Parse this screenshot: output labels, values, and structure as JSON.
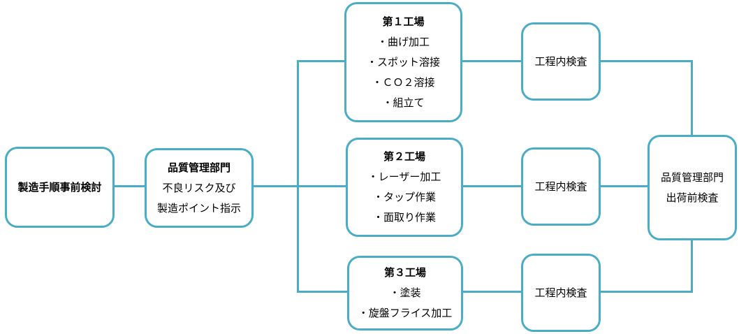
{
  "diagram": {
    "accent_color": "#4BACC6",
    "text_color": "#000000",
    "nodes": {
      "pre_review": {
        "title": "製造手順事前検討"
      },
      "qc_instruction": {
        "title": "品質管理部門",
        "lines": [
          "不良リスク及び",
          "製造ポイント指示"
        ]
      },
      "factory1": {
        "title": "第１工場",
        "items": [
          "・曲げ加工",
          "・スポット溶接",
          "・ＣＯ２溶接",
          "・組立て"
        ]
      },
      "factory2": {
        "title": "第２工場",
        "items": [
          "・レーザー加工",
          "・タップ作業",
          "・面取り作業"
        ]
      },
      "factory3": {
        "title": "第３工場",
        "items": [
          "・塗装",
          "・旋盤フライス加工"
        ]
      },
      "inspection1": {
        "title": "工程内検査"
      },
      "inspection2": {
        "title": "工程内検査"
      },
      "inspection3": {
        "title": "工程内検査"
      },
      "shipping_inspection": {
        "lines": [
          "品質管理部門",
          "出荷前検査"
        ]
      }
    }
  }
}
